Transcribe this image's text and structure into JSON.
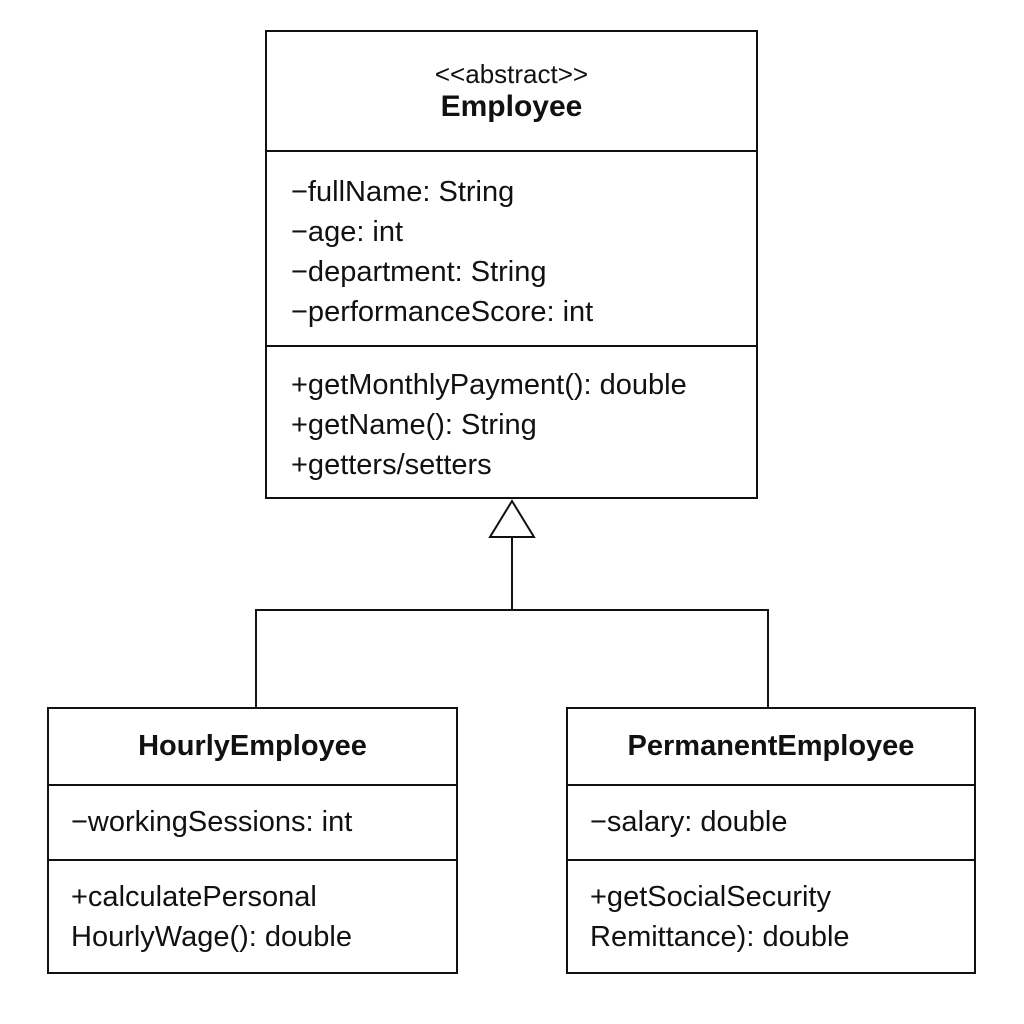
{
  "diagram": {
    "employee": {
      "stereotype": "<<abstract>>",
      "name": "Employee",
      "attributes": [
        "−fullName: String",
        "−age: int",
        "−department: String",
        "−performanceScore: int"
      ],
      "operations": [
        "+getMonthlyPayment(): double",
        "+getName(): String",
        "+getters/setters"
      ]
    },
    "hourly": {
      "name": "HourlyEmployee",
      "attributes": [
        "−workingSessions: int"
      ],
      "operations": [
        "+calculatePersonal",
        "HourlyWage(): double"
      ]
    },
    "permanent": {
      "name": "PermanentEmployee",
      "attributes": [
        "−salary: double"
      ],
      "operations": [
        "+getSocialSecurity",
        "Remittance): double"
      ]
    },
    "relationship": "generalization"
  }
}
